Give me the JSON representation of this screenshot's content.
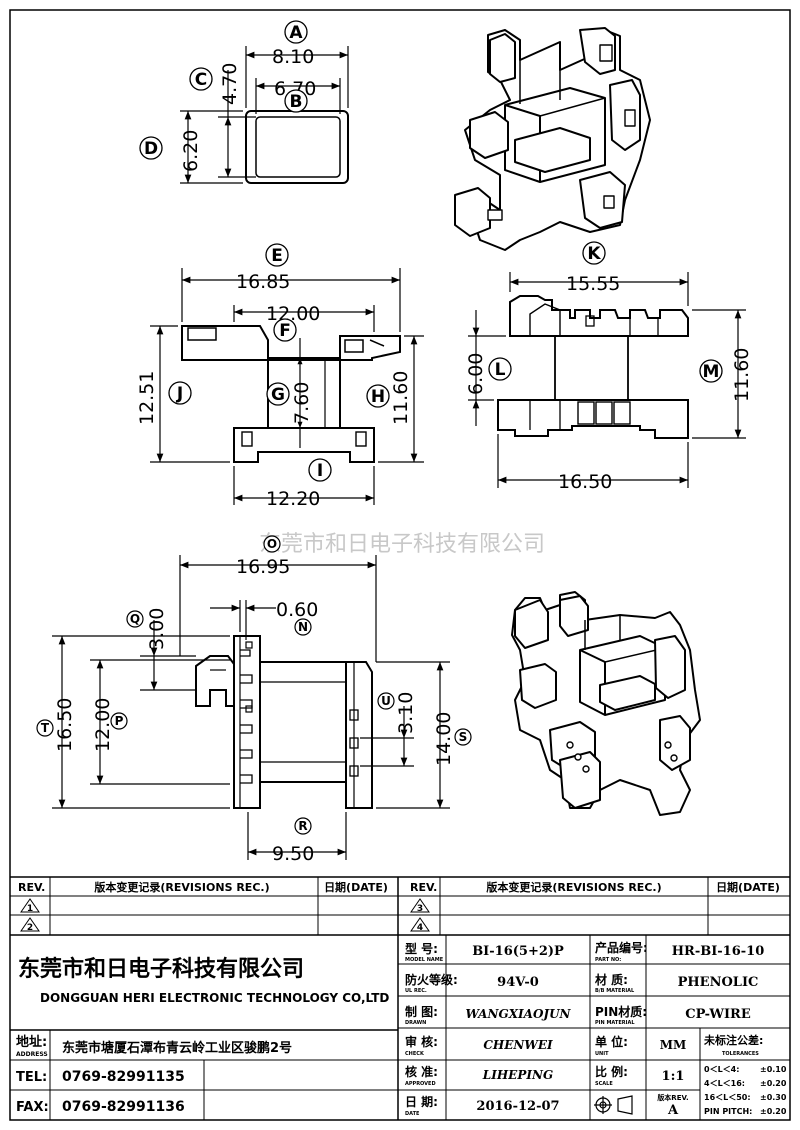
{
  "views": {
    "top": {
      "labels": {
        "A": "A",
        "B": "B",
        "C": "C",
        "D": "D"
      },
      "dims": {
        "a": "8.10",
        "b": "6.70",
        "c": "4.70",
        "d": "6.20"
      }
    },
    "front": {
      "labels": {
        "E": "E",
        "F": "F",
        "G": "G",
        "H": "H",
        "I": "I",
        "J": "J"
      },
      "dims": {
        "e": "16.85",
        "f": "12.00",
        "g": "7.60",
        "h": "11.60",
        "i": "12.20",
        "j": "12.51"
      }
    },
    "side": {
      "labels": {
        "K": "K",
        "L": "L",
        "M": "M"
      },
      "dims": {
        "k": "15.55",
        "l": "6.00",
        "m": "11.60",
        "w": "16.50"
      }
    },
    "bottom": {
      "labels": {
        "O": "O",
        "Q": "Q",
        "N": "N",
        "T": "T",
        "P": "P",
        "U": "U",
        "S": "S",
        "R": "R"
      },
      "dims": {
        "o": "16.95",
        "q": "3.00",
        "n": "0.60",
        "t": "16.50",
        "p": "12.00",
        "u": "3.10",
        "s": "14.00",
        "r": "9.50"
      }
    }
  },
  "watermark": "东莞市和日电子科技有限公司",
  "title_block": {
    "rev_left": {
      "h_rev": "REV.",
      "h_record": "版本变更记录(REVISIONS REC.)",
      "h_date": "日期(DATE)",
      "r1": "1",
      "r2": "2"
    },
    "rev_right": {
      "h_rev": "REV.",
      "h_record": "版本变更记录(REVISIONS REC.)",
      "h_date": "日期(DATE)",
      "r1": "3",
      "r2": "4"
    },
    "company_cn": "东莞市和日电子科技有限公司",
    "company_en": "DONGGUAN HERI ELECTRONIC TECHNOLOGY CO,LTD",
    "address_label": "地址:",
    "address_label_en": "ADDRESS",
    "address": "东莞市塘厦石潭布青云岭工业区骏鹏2号",
    "tel_label": "TEL:",
    "tel": "0769-82991135",
    "fax_label": "FAX:",
    "fax": "0769-82991136",
    "model_label": "型 号:",
    "model_label_en": "MODEL NAME",
    "model": "BI-16(5+2)P",
    "part_label": "产品编号:",
    "part_label_en": "PART NO:",
    "part": "HR-BI-16-10",
    "ul_label": "防火等级:",
    "ul_label_en": "UL REC.",
    "ul": "94V-0",
    "material_label": "材 质:",
    "material_label_en": "B/B MATERIAL",
    "material": "PHENOLIC",
    "drawn_label": "制 图:",
    "drawn_label_en": "DRAWN",
    "drawn": "WANGXIAOJUN",
    "pin_label": "PIN材质:",
    "pin_label_en": "PIN MATERIAL",
    "pin": "CP-WIRE",
    "check_label": "审 核:",
    "check_label_en": "CHECK",
    "check": "CHENWEI",
    "unit_label": "单 位:",
    "unit_label_en": "UNIT",
    "unit": "MM",
    "tol_label": "未标注公差:",
    "tol_label_en": "TOLERANCES",
    "approved_label": "核 准:",
    "approved_label_en": "APPROVED",
    "approved": "LIHEPING",
    "scale_label": "比 例:",
    "scale_label_en": "SCALE",
    "scale": "1:1",
    "date_label": "日 期:",
    "date_label_en": "DATE",
    "date": "2016-12-07",
    "ver_label": "版本REV.",
    "ver": "A",
    "tol": [
      {
        "range": "0＜L＜4:",
        "val": "±0.10"
      },
      {
        "range": "4＜L＜16:",
        "val": "±0.20"
      },
      {
        "range": "16＜L＜50:",
        "val": "±0.30"
      },
      {
        "range": "PIN PITCH:",
        "val": "±0.20"
      }
    ]
  }
}
